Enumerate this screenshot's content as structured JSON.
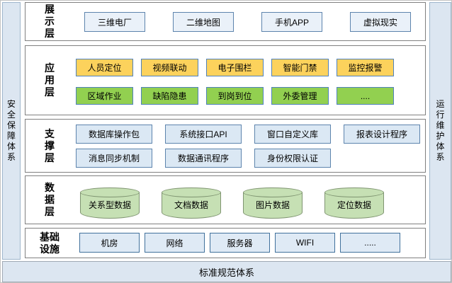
{
  "frame": {
    "left_bar": "安全保障体系",
    "right_bar": "运行维护体系",
    "bottom_bar": "标准规范体系"
  },
  "layers": [
    {
      "label": "展示层",
      "items": [
        "三维电厂",
        "二维地图",
        "手机APP",
        "虚拟现实"
      ]
    },
    {
      "label": "应用层",
      "row1": [
        "人员定位",
        "视频联动",
        "电子围栏",
        "智能门禁",
        "监控报警"
      ],
      "row2": [
        "区域作业",
        "缺陷隐患",
        "到岗到位",
        "外委管理",
        "...."
      ]
    },
    {
      "label": "支撑层",
      "row1": [
        "数据库操作包",
        "系统接口API",
        "窗口自定义库",
        "报表设计程序"
      ],
      "row2": [
        "消息同步机制",
        "数据通讯程序",
        "身份权限认证"
      ]
    },
    {
      "label": "数据层",
      "items": [
        "关系型数据",
        "文档数据",
        "图片数据",
        "定位数据"
      ]
    },
    {
      "label": "基础设施",
      "items": [
        "机房",
        "网络",
        "服务器",
        "WIFI",
        "....."
      ]
    }
  ],
  "colors": {
    "bar_fill": "#dce6f1",
    "presentation_box_fill": "#eaf1f9",
    "support_box_fill": "#dbe8f4",
    "infrastructure_box_fill": "#dfeaf5",
    "box_border_blue": "#41719c",
    "yellow_fill": "#fcd25c",
    "green_fill": "#92d050",
    "cylinder_fill": "#c6e0b4",
    "container_border": "#808080"
  }
}
